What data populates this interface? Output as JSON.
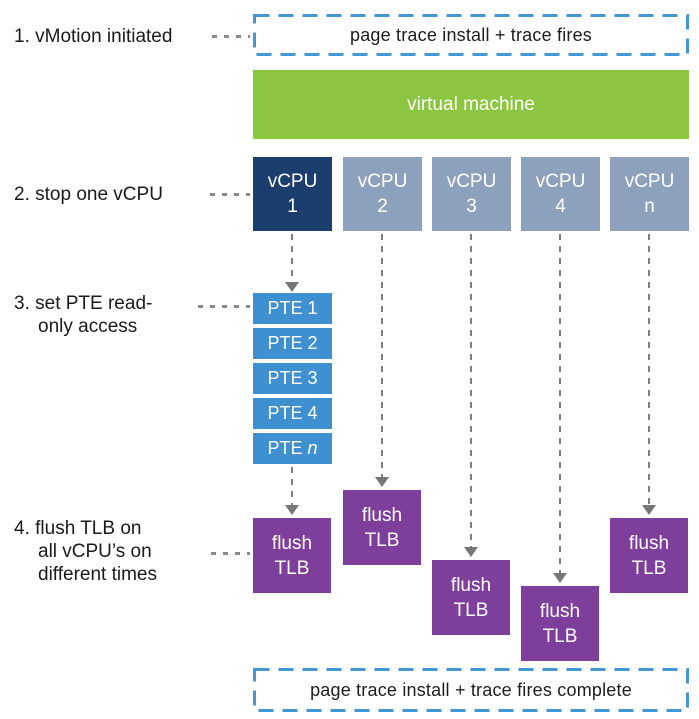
{
  "colors": {
    "banner_border_blue": "#4398d3",
    "vm_green": "#8cc540",
    "vcpu_active_navy": "#1c3e6e",
    "vcpu_idle_grayblue": "#8da1bc",
    "pte_blue": "#3e90d0",
    "flush_purple": "#7d3e9c",
    "arrow_gray": "#7f7f7f",
    "label_text": "#1a1a1a"
  },
  "labels": {
    "step1": "1. vMotion initiated",
    "step2": "2. stop one vCPU",
    "step3": [
      "3. set PTE read-",
      "only access"
    ],
    "step4": [
      "4. flush TLB on",
      "all vCPU’s on",
      "different times"
    ]
  },
  "banners": {
    "top": "page trace install + trace fires",
    "bottom": "page trace install + trace fires complete"
  },
  "virtual_machine_label": "virtual machine",
  "vcpus": [
    {
      "name": "vCPU",
      "id": "1"
    },
    {
      "name": "vCPU",
      "id": "2"
    },
    {
      "name": "vCPU",
      "id": "3"
    },
    {
      "name": "vCPU",
      "id": "4"
    },
    {
      "name": "vCPU",
      "id": "n"
    }
  ],
  "ptes": [
    {
      "name": "PTE",
      "id": "1"
    },
    {
      "name": "PTE",
      "id": "2"
    },
    {
      "name": "PTE",
      "id": "3"
    },
    {
      "name": "PTE",
      "id": "4"
    },
    {
      "name": "PTE",
      "id": "n"
    }
  ],
  "flush": {
    "line1": "flush",
    "line2": "TLB"
  }
}
